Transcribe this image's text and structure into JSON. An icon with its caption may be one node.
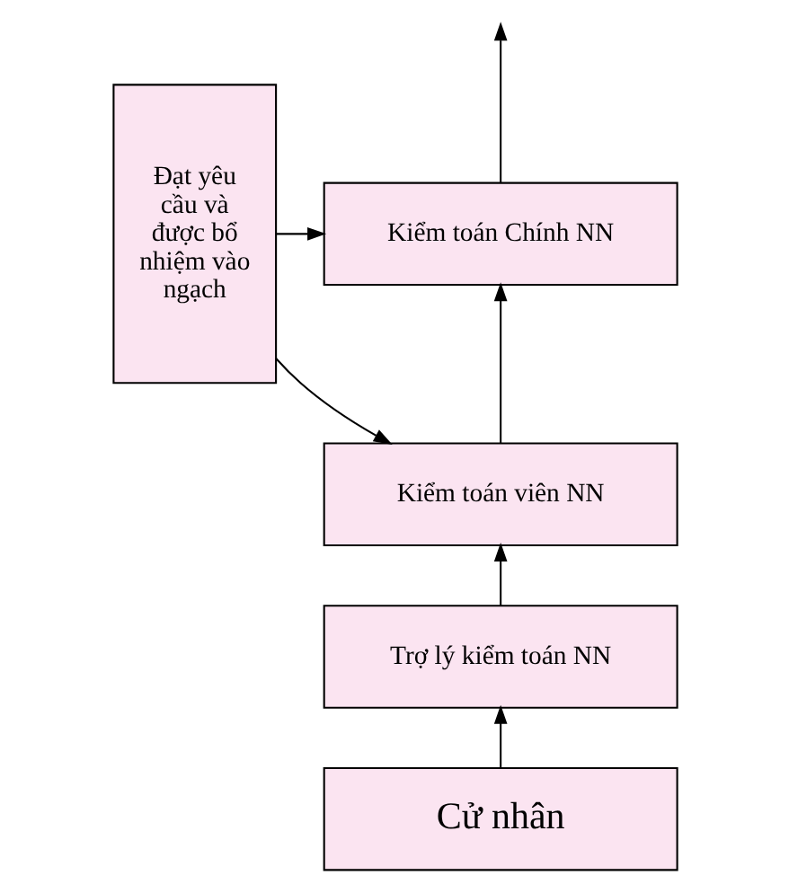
{
  "diagram": {
    "nodes": [
      {
        "text": [
          "Kiểm toán Chính NN"
        ]
      },
      {
        "text": [
          "Đạt yêu cầu và được bổ nhiệm vào ngạch"
        ]
      },
      {
        "text": [
          "Kiểm toán viên NN"
        ]
      },
      {
        "text": [
          "Trợ lý kiểm toán NN"
        ]
      },
      {
        "text": [
          "Cử nhân"
        ]
      }
    ],
    "edges": [
      {
        "from": 4,
        "to": 3,
        "arrow": "to"
      },
      {
        "from": 3,
        "to": 2,
        "arrow": "to"
      },
      {
        "from": 2,
        "to": 0,
        "arrow": "to"
      },
      {
        "from": 0,
        "to": null,
        "arrow": "to"
      },
      {
        "from": 1,
        "to": 0,
        "arrow": "to"
      },
      {
        "from": 1,
        "to": 2,
        "arrow": "to"
      }
    ]
  }
}
